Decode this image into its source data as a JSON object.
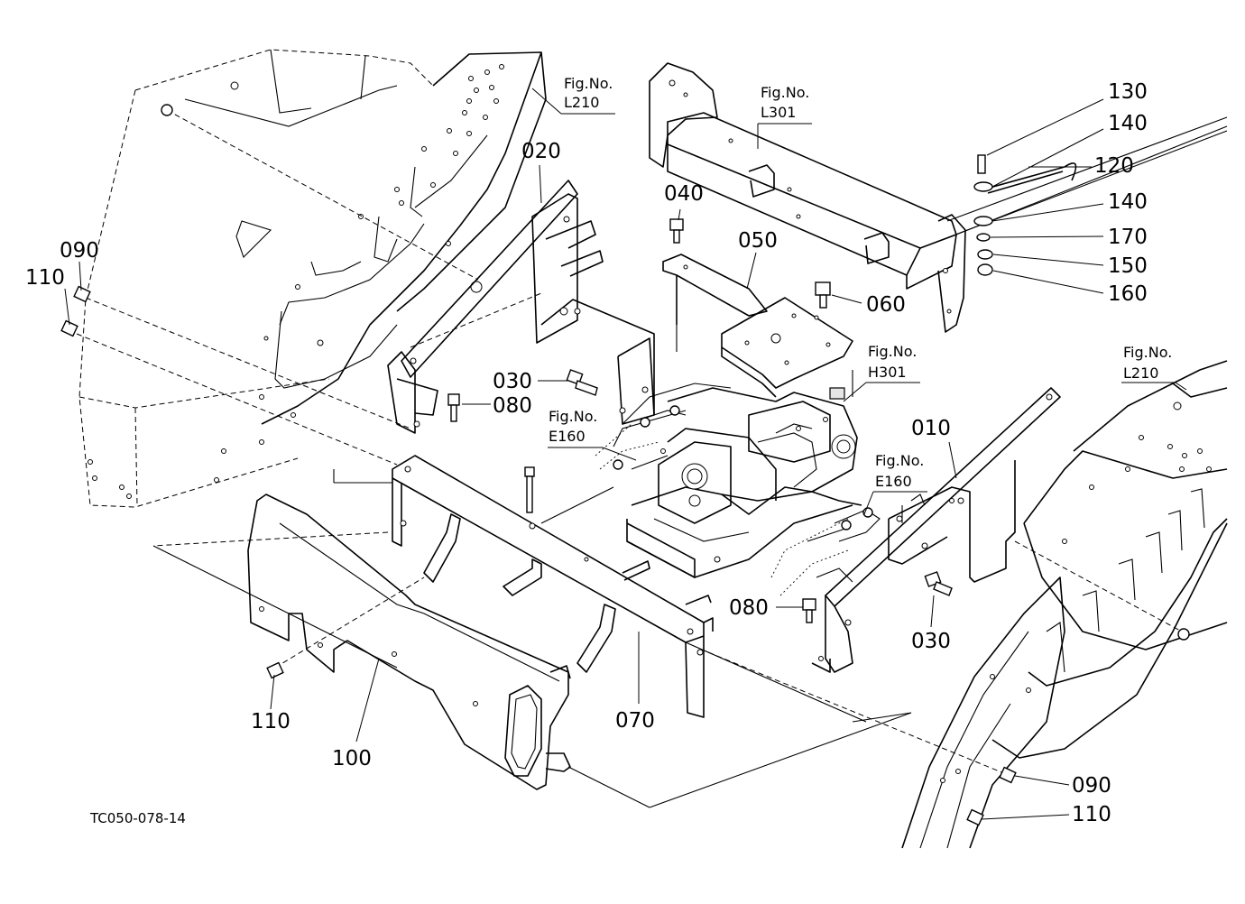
{
  "figure_code": "TC050-078-14",
  "fig_prefix": "Fig.No.",
  "refs": {
    "l210_top": "L210",
    "l301": "L301",
    "h301": "H301",
    "e160_left": "E160",
    "e160_right": "E160",
    "l210_right": "L210"
  },
  "callouts": {
    "p010": "010",
    "p020": "020",
    "p030_left": "030",
    "p030_right": "030",
    "p040": "040",
    "p050": "050",
    "p060": "060",
    "p070": "070",
    "p080_left": "080",
    "p080_right": "080",
    "p090_left": "090",
    "p090_right": "090",
    "p100": "100",
    "p110_left": "110",
    "p110_bottom": "110",
    "p110_right": "110",
    "p120": "120",
    "p130": "130",
    "p140_top": "140",
    "p140_bottom": "140",
    "p150": "150",
    "p160": "160",
    "p170": "170"
  }
}
